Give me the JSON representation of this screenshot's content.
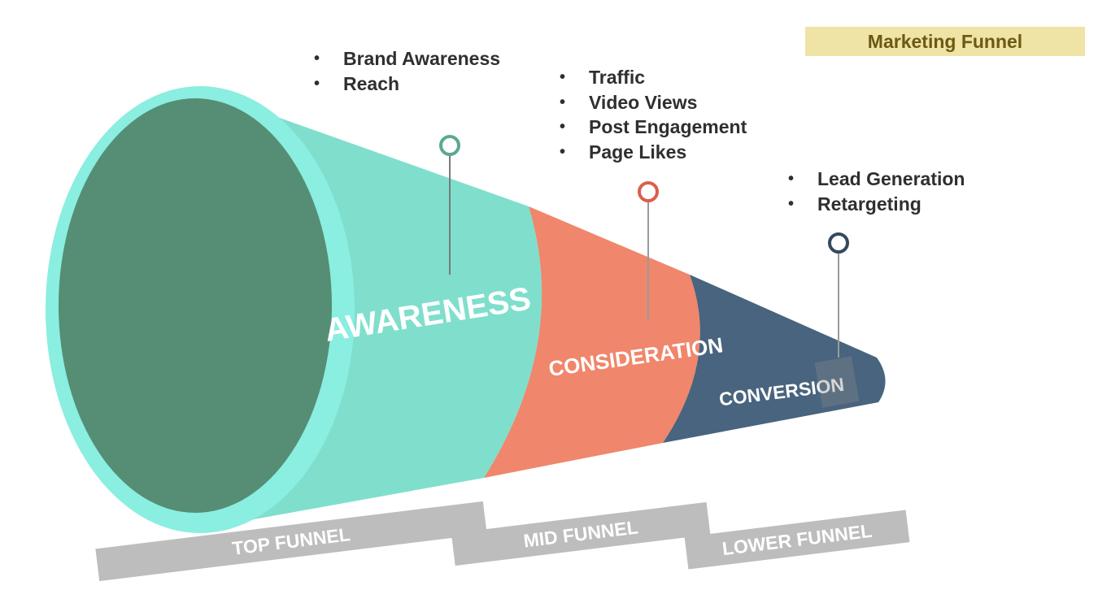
{
  "title": "Marketing Funnel",
  "stages": [
    {
      "id": "awareness",
      "label": "AWARENESS",
      "color": "#7fdfcc",
      "marker_color": "#5aa893",
      "bullets": [
        "Brand Awareness",
        "Reach"
      ]
    },
    {
      "id": "consideration",
      "label": "CONSIDERATION",
      "color": "#f0866b",
      "marker_color": "#d9604a",
      "bullets": [
        "Traffic",
        "Video Views",
        "Post Engagement",
        "Page Likes"
      ]
    },
    {
      "id": "conversion",
      "label": "CONVERSION",
      "color": "#48647e",
      "marker_color": "#34495e",
      "bullets": [
        "Lead Generation",
        "Retargeting"
      ]
    }
  ],
  "funnel_bars": [
    "TOP FUNNEL",
    "MID FUNNEL",
    "LOWER FUNNEL"
  ],
  "colors": {
    "mouth_rim": "#8aeee0",
    "mouth_inner": "#558e74",
    "bar_gray": "#bdbdbd",
    "title_bg": "#efe3a6",
    "title_text": "#6b5a12"
  }
}
